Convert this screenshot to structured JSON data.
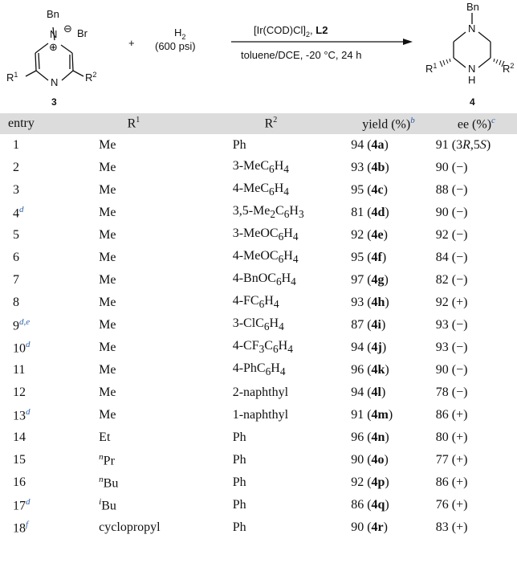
{
  "scheme": {
    "substrate_label": "3",
    "product_label": "4",
    "plus": "+",
    "reagent_line1": "H",
    "reagent_line1_sub": "2",
    "reagent_line2": "(600 psi)",
    "catalyst_prefix": "[Ir(COD)Cl]",
    "catalyst_sub": "2",
    "catalyst_sep": ", ",
    "ligand": "L2",
    "conditions": "toluene/DCE, -20 °C, 24 h",
    "atoms": {
      "bn": "Bn",
      "n": "N",
      "nh_n": "N",
      "nh_h": "H",
      "br": "Br",
      "minus": "⊖",
      "plus_charge": "⊕",
      "r1": "R",
      "r1_sup": "1",
      "r2": "R",
      "r2_sup": "2"
    }
  },
  "table": {
    "headers": {
      "entry": "entry",
      "r1": "R",
      "r1_sup": "1",
      "r2": "R",
      "r2_sup": "2",
      "yield": "yield (%)",
      "yield_fn": "b",
      "ee": "ee (%)",
      "ee_fn": "c"
    },
    "rows": [
      {
        "entry": "1",
        "fn": "",
        "r1": "Me",
        "r1_pre": "",
        "r2": "Ph",
        "yield": "94",
        "cmpd": "4a",
        "ee": "91",
        "config": "3R,5S"
      },
      {
        "entry": "2",
        "fn": "",
        "r1": "Me",
        "r1_pre": "",
        "r2": "3-MeC6H4",
        "yield": "93",
        "cmpd": "4b",
        "ee": "90",
        "config": "−"
      },
      {
        "entry": "3",
        "fn": "",
        "r1": "Me",
        "r1_pre": "",
        "r2": "4-MeC6H4",
        "yield": "95",
        "cmpd": "4c",
        "ee": "88",
        "config": "−"
      },
      {
        "entry": "4",
        "fn": "d",
        "r1": "Me",
        "r1_pre": "",
        "r2": "3,5-Me2C6H3",
        "yield": "81",
        "cmpd": "4d",
        "ee": "90",
        "config": "−"
      },
      {
        "entry": "5",
        "fn": "",
        "r1": "Me",
        "r1_pre": "",
        "r2": "3-MeOC6H4",
        "yield": "92",
        "cmpd": "4e",
        "ee": "92",
        "config": "−"
      },
      {
        "entry": "6",
        "fn": "",
        "r1": "Me",
        "r1_pre": "",
        "r2": "4-MeOC6H4",
        "yield": "95",
        "cmpd": "4f",
        "ee": "84",
        "config": "−"
      },
      {
        "entry": "7",
        "fn": "",
        "r1": "Me",
        "r1_pre": "",
        "r2": "4-BnOC6H4",
        "yield": "97",
        "cmpd": "4g",
        "ee": "82",
        "config": "−"
      },
      {
        "entry": "8",
        "fn": "",
        "r1": "Me",
        "r1_pre": "",
        "r2": "4-FC6H4",
        "yield": "93",
        "cmpd": "4h",
        "ee": "92",
        "config": "+"
      },
      {
        "entry": "9",
        "fn": "d,e",
        "r1": "Me",
        "r1_pre": "",
        "r2": "3-ClC6H4",
        "yield": "87",
        "cmpd": "4i",
        "ee": "93",
        "config": "−"
      },
      {
        "entry": "10",
        "fn": "d",
        "r1": "Me",
        "r1_pre": "",
        "r2": "4-CF3C6H4",
        "yield": "94",
        "cmpd": "4j",
        "ee": "93",
        "config": "−"
      },
      {
        "entry": "11",
        "fn": "",
        "r1": "Me",
        "r1_pre": "",
        "r2": "4-PhC6H4",
        "yield": "96",
        "cmpd": "4k",
        "ee": "90",
        "config": "−"
      },
      {
        "entry": "12",
        "fn": "",
        "r1": "Me",
        "r1_pre": "",
        "r2": "2-naphthyl",
        "yield": "94",
        "cmpd": "4l",
        "ee": "78",
        "config": "−"
      },
      {
        "entry": "13",
        "fn": "d",
        "r1": "Me",
        "r1_pre": "",
        "r2": "1-naphthyl",
        "yield": "91",
        "cmpd": "4m",
        "ee": "86",
        "config": "+"
      },
      {
        "entry": "14",
        "fn": "",
        "r1": "Et",
        "r1_pre": "",
        "r2": "Ph",
        "yield": "96",
        "cmpd": "4n",
        "ee": "80",
        "config": "+"
      },
      {
        "entry": "15",
        "fn": "",
        "r1": "Pr",
        "r1_pre": "n",
        "r2": "Ph",
        "yield": "90",
        "cmpd": "4o",
        "ee": "77",
        "config": "+"
      },
      {
        "entry": "16",
        "fn": "",
        "r1": "Bu",
        "r1_pre": "n",
        "r2": "Ph",
        "yield": "92",
        "cmpd": "4p",
        "ee": "86",
        "config": "+"
      },
      {
        "entry": "17",
        "fn": "d",
        "r1": "Bu",
        "r1_pre": "i",
        "r2": "Ph",
        "yield": "86",
        "cmpd": "4q",
        "ee": "76",
        "config": "+"
      },
      {
        "entry": "18",
        "fn": "f",
        "r1": "cyclopropyl",
        "r1_pre": "",
        "r2": "Ph",
        "yield": "90",
        "cmpd": "4r",
        "ee": "83",
        "config": "+"
      }
    ]
  }
}
